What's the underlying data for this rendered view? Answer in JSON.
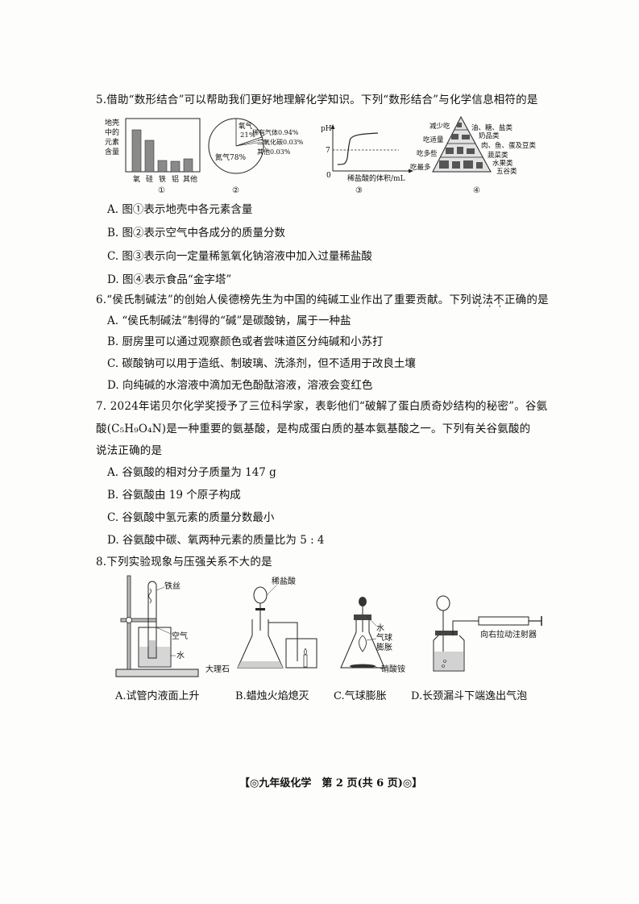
{
  "q5": {
    "stem": "5.借助“数形结合”可以帮助我们更好地理解化学知识。下列“数形结合”与化学信息相符的是",
    "fig1": {
      "ylabel_lines": [
        "地壳",
        "中的",
        "元素",
        "含量"
      ],
      "categories": [
        "氧",
        "硅",
        "铁",
        "铝",
        "其他"
      ],
      "num": "①"
    },
    "fig2": {
      "labels": [
        "氧气",
        "21%",
        "稀有气体0.94%",
        "二氧化碳0.03%",
        "其他0.03%",
        "氮气78%"
      ],
      "num": "②"
    },
    "fig3": {
      "ylabel": "pH",
      "y7": "7",
      "origin": "0",
      "xlabel": "稀盐酸的体积/mL",
      "num": "③"
    },
    "fig4": {
      "left_labels": [
        "减少吃",
        "吃适量",
        "吃多些",
        "吃最多"
      ],
      "right_labels": [
        "油、糖、盐类",
        "奶品类",
        "肉、鱼、蛋及豆类",
        "蔬菜类",
        "水果类",
        "五谷类"
      ],
      "num": "④"
    },
    "options": [
      "A. 图①表示地壳中各元素含量",
      "B. 图②表示空气中各成分的质量分数",
      "C. 图③表示向一定量稀氢氧化钠溶液中加入过量稀盐酸",
      "D. 图④表示食品“金字塔”"
    ]
  },
  "q6": {
    "stem": "6.“侯氏制碱法”的创始人侯德榜先生为中国的纯碱工业作出了重要贡献。下列说法不正确的是",
    "options": [
      "A. “侯氏制碱法”制得的“碱”是碳酸钠，属于一种盐",
      "B. 厨房里可以通过观察颜色或者尝味道区分纯碱和小苏打",
      "C. 碳酸钠可以用于造纸、制玻璃、洗涤剂，但不适用于改良土壤",
      "D. 向纯碱的水溶液中滴加无色酚酞溶液，溶液会变红色"
    ]
  },
  "q7": {
    "stem_lines": [
      "7. 2024年诺贝尔化学奖授予了三位科学家，表彰他们“破解了蛋白质奇妙结构的秘密”。谷氨",
      "酸(C₅H₉O₄N)是一种重要的氨基酸，是构成蛋白质的基本氨基酸之一。下列有关谷氨酸的",
      "说法正确的是"
    ],
    "options": [
      "A. 谷氨酸的相对分子质量为 147 g",
      "B. 谷氨酸由 19 个原子构成",
      "C. 谷氨酸中氢元素的质量分数最小",
      "D. 谷氨酸中碳、氧两种元素的质量比为 5 : 4"
    ]
  },
  "q8": {
    "stem": "8.下列实验现象与压强关系不大的是",
    "labels_a": [
      "铁丝",
      "空气",
      "水"
    ],
    "labels_b": [
      "稀盐酸",
      "大理石"
    ],
    "labels_c": [
      "水",
      "气球",
      "膨胀",
      "硝酸铵"
    ],
    "labels_d": [
      "向右拉动注射器"
    ],
    "captions": [
      "A.试管内液面上升",
      "B.蜡烛火焰熄灭",
      "C.气球膨胀",
      "D.长颈漏斗下端逸出气泡"
    ]
  },
  "footer": "【◎九年级化学　第 2 页(共 6 页)◎】"
}
